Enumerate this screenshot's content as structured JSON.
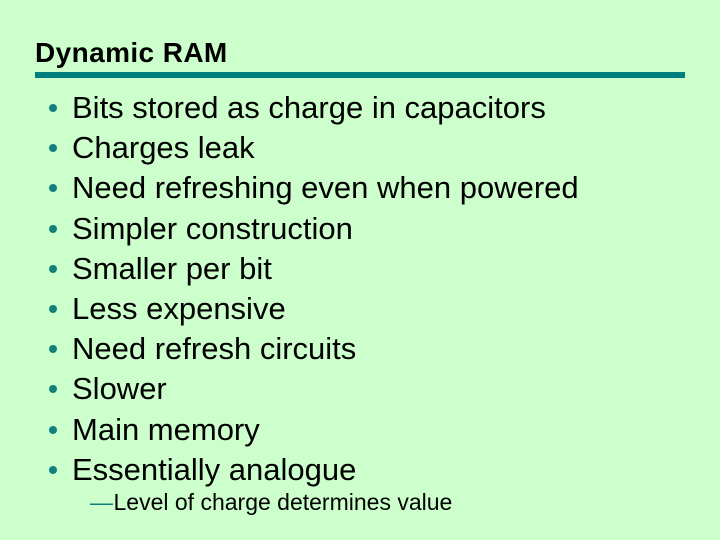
{
  "slide": {
    "background_color": "#ccffcc",
    "accent_color": "#007f7f",
    "text_color": "#000000"
  },
  "title": {
    "text": "Dynamic RAM"
  },
  "bullets": [
    {
      "marker": "bullet-dot",
      "text": "Bits stored as charge in capacitors"
    },
    {
      "marker": "bullet-dot",
      "text": "Charges leak"
    },
    {
      "marker": "bullet-dot",
      "text": "Need refreshing even when powered"
    },
    {
      "marker": "bullet-dot",
      "text": "Simpler construction"
    },
    {
      "marker": "bullet-dot",
      "text": "Smaller per bit"
    },
    {
      "marker": "bullet-dot",
      "text": "Less expensive"
    },
    {
      "marker": "bullet-dot",
      "text": "Need refresh circuits"
    },
    {
      "marker": "bullet-dot",
      "text": "Slower"
    },
    {
      "marker": "bullet-dot",
      "text": "Main memory"
    },
    {
      "marker": "bullet-dot",
      "text": "Essentially analogue"
    }
  ],
  "sub_bullet": {
    "dash": "—",
    "text": "Level of charge determines value"
  }
}
